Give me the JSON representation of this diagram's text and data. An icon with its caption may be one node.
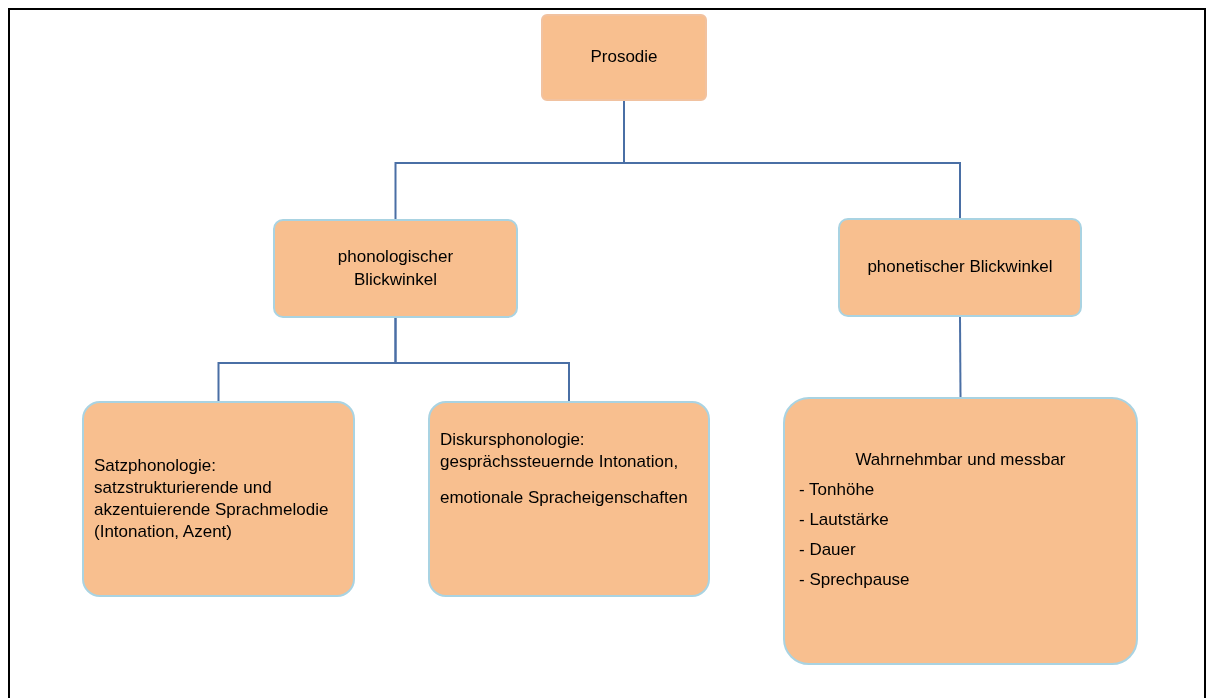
{
  "diagram": {
    "nodes": [
      {
        "text": [
          "Prosodie"
        ]
      },
      {
        "text": [
          "phonologischer Blickwinkel"
        ]
      },
      {
        "text": [
          "phonetischer Blickwinkel"
        ]
      },
      {
        "text": [
          "Satzphonologie: satzstrukturierende und akzentuierende Sprachmelodie (Intonation, Azent)"
        ]
      },
      {
        "text": [
          "Diskursphonologie: gesprächssteuernde Intonation,",
          "emotionale Spracheigenschaften"
        ]
      },
      {
        "text": [
          "Wahrnehmbar und messbar",
          "- Tonhöhe",
          "- Lautstärke",
          "- Dauer",
          "- Sprechpause"
        ]
      }
    ],
    "edges": [
      {
        "from": 0,
        "to": 1,
        "arrow": "none"
      },
      {
        "from": 0,
        "to": 2,
        "arrow": "none"
      },
      {
        "from": 1,
        "to": 3,
        "arrow": "none"
      },
      {
        "from": 1,
        "to": 4,
        "arrow": "none"
      },
      {
        "from": 2,
        "to": 5,
        "arrow": "none"
      }
    ]
  }
}
